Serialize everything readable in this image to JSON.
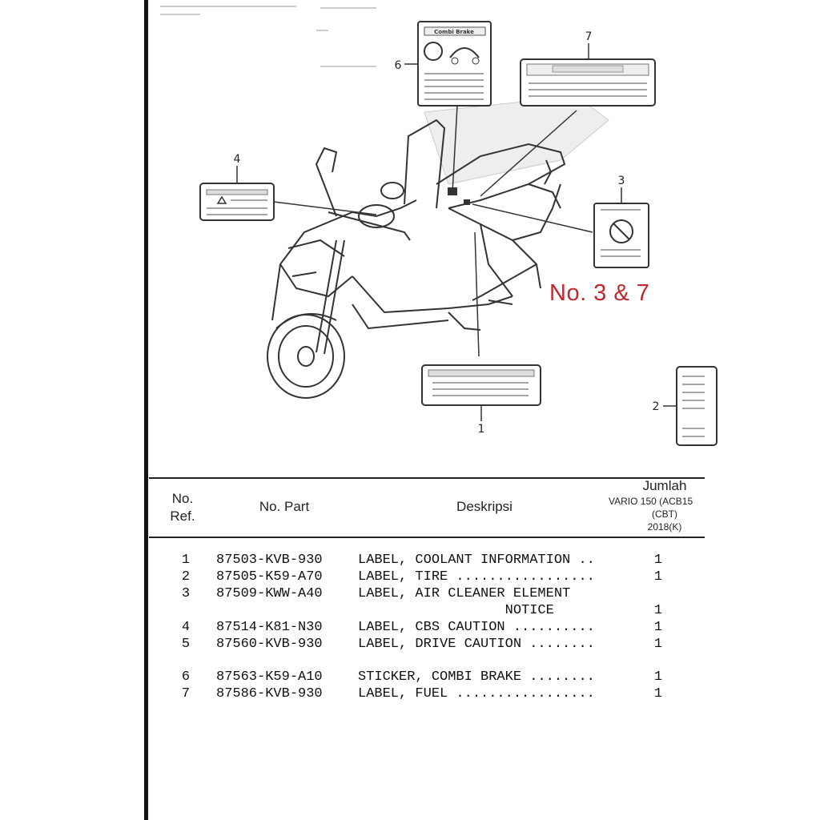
{
  "diagram": {
    "callouts": [
      "1",
      "2",
      "3",
      "4",
      "6",
      "7"
    ],
    "sticker6_header": "Combi Brake",
    "annotation": "No. 3 & 7"
  },
  "table": {
    "headers": {
      "ref": "No.\nRef.",
      "part": "No. Part",
      "desc": "Deskripsi",
      "qty_title": "Jumlah",
      "qty_model": "VARIO 150 (ACB15",
      "qty_cbt": "(CBT)",
      "qty_year": "2018(K)"
    },
    "rows": [
      {
        "ref": "1",
        "part": "87503-KVB-930",
        "desc": "LABEL, COOLANT INFORMATION ..",
        "qty": "1"
      },
      {
        "ref": "2",
        "part": "87505-K59-A70",
        "desc": "LABEL, TIRE .................",
        "qty": "1"
      },
      {
        "ref": "3",
        "part": "87509-KWW-A40",
        "desc": "LABEL, AIR CLEANER ELEMENT",
        "qty": ""
      },
      {
        "ref": "",
        "part": "",
        "desc": "                  NOTICE",
        "qty": "1"
      },
      {
        "ref": "4",
        "part": "87514-K81-N30",
        "desc": "LABEL, CBS CAUTION ..........",
        "qty": "1"
      },
      {
        "ref": "5",
        "part": "87560-KVB-930",
        "desc": "LABEL, DRIVE CAUTION ........",
        "qty": "1"
      },
      {
        "ref": "6",
        "part": "87563-K59-A10",
        "desc": "STICKER, COMBI BRAKE ........",
        "qty": "1"
      },
      {
        "ref": "7",
        "part": "87586-KVB-930",
        "desc": "LABEL, FUEL .................",
        "qty": "1"
      }
    ]
  }
}
